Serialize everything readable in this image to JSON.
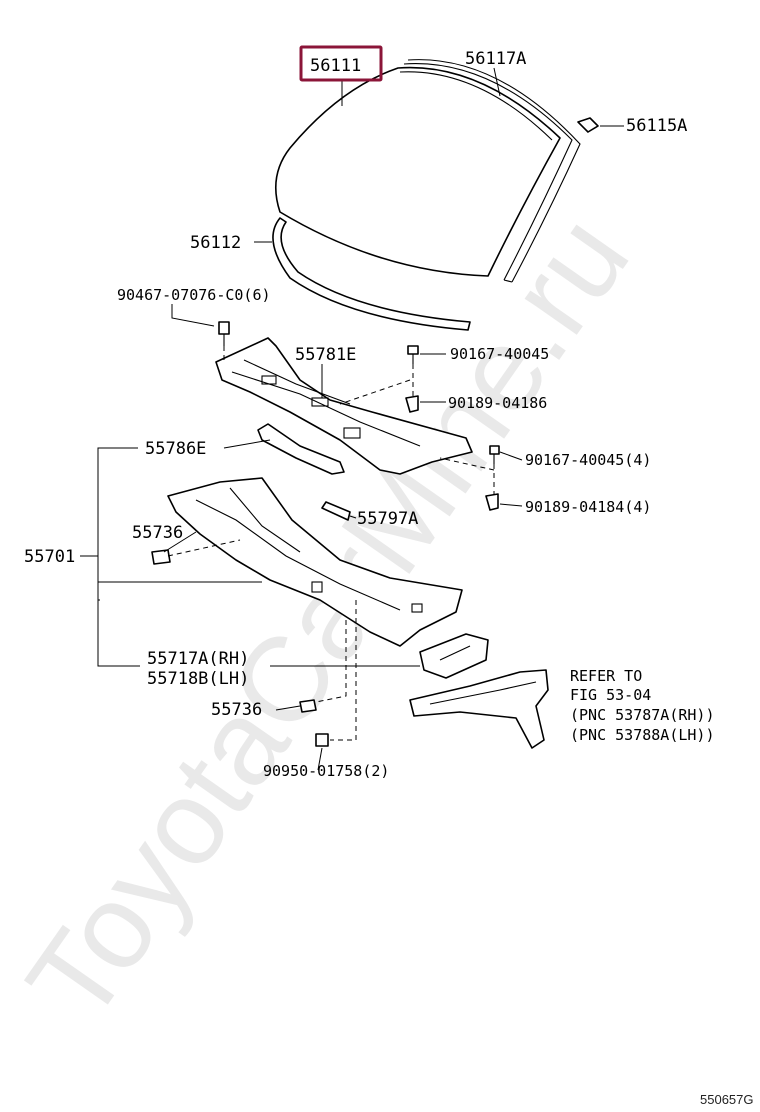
{
  "watermark": "ToyotaCarMine.ru",
  "diagram_id": "550657G",
  "highlight_color": "#8b1538",
  "labels": {
    "p56111": "56111",
    "p56117A": "56117A",
    "p56115A": "56115A",
    "p56112": "56112",
    "p90467": "90467-07076-C0(6)",
    "p55781E": "55781E",
    "p90167a": "90167-40045",
    "p90189a": "90189-04186",
    "p55786E": "55786E",
    "p90167b": "90167-40045(4)",
    "p90189b": "90189-04184(4)",
    "p55736a": "55736",
    "p55797A": "55797A",
    "p55701": "55701",
    "p55717A": "55717A(RH)",
    "p55718B": "55718B(LH)",
    "p55736b": "55736",
    "p90950": "90950-01758(2)",
    "ref_line1": "REFER TO",
    "ref_line2": "FIG 53-04",
    "ref_line3": "(PNC 53787A(RH))",
    "ref_line4": "(PNC 53788A(LH))"
  }
}
